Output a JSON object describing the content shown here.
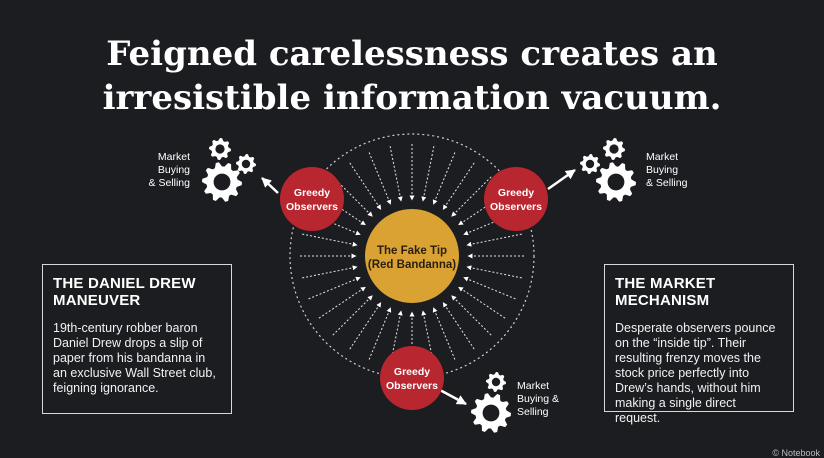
{
  "title_line1": "Feigned carelessness creates an",
  "title_line2": "irresistible information vacuum.",
  "center_node": {
    "line1": "The Fake Tip",
    "line2": "(Red Bandanna)",
    "color": "#d9a233"
  },
  "observer_color": "#b8262f",
  "observers": [
    {
      "line1": "Greedy",
      "line2": "Observers"
    },
    {
      "line1": "Greedy",
      "line2": "Observers"
    },
    {
      "line1": "Greedy",
      "line2": "Observers"
    }
  ],
  "market_labels": [
    {
      "line1": "Market",
      "line2": "Buying",
      "line3": "& Selling"
    },
    {
      "line1": "Market",
      "line2": "Buying",
      "line3": "& Selling"
    },
    {
      "line1": "Market",
      "line2": "Buying &",
      "line3": "Selling"
    }
  ],
  "left_panel": {
    "title_line1": "The Daniel Drew",
    "title_line2": "Maneuver",
    "body_lines": [
      "19th-century robber baron",
      "Daniel Drew drops a slip of",
      "paper from his bandanna in",
      "an exclusive Wall Street club,",
      "feigning ignorance."
    ]
  },
  "right_panel": {
    "title_line1": "The Market",
    "title_line2": "Mechanism",
    "body_lines": [
      "Desperate observers pounce",
      "on the “inside tip”. Their",
      "resulting frenzy moves the",
      "stock price perfectly into",
      "Drew’s hands, without him",
      "making a single direct request."
    ]
  },
  "watermark": "© Notebook"
}
